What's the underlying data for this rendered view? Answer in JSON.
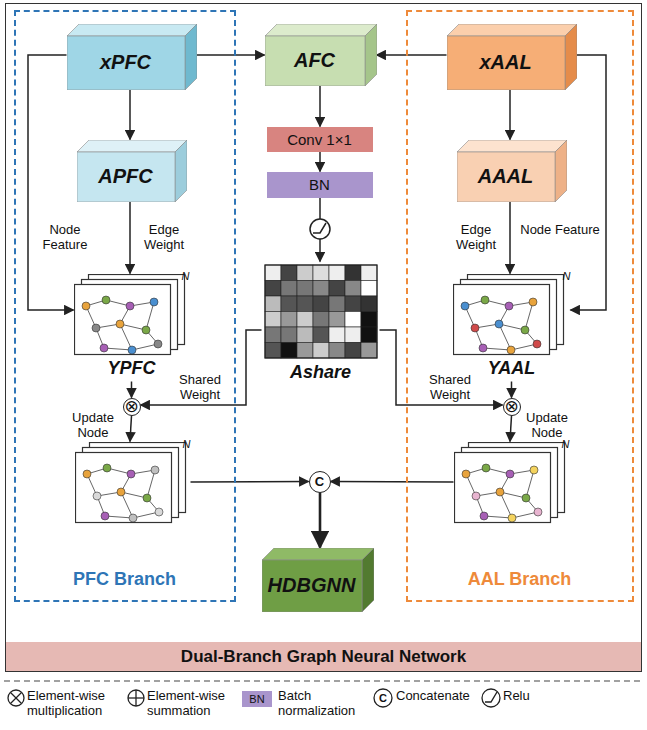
{
  "diagram": {
    "nodes": [
      {
        "text": [
          "Dual-Branch Graph Neural Network"
        ]
      },
      {
        "text": [
          "PFC Branch"
        ],
        "in": 0
      },
      {
        "text": [
          "xPFC"
        ],
        "in": 1
      },
      {
        "text": [
          "APFC"
        ],
        "in": 1
      },
      {
        "text": [
          "N",
          "YPFC"
        ],
        "in": 1
      },
      {
        "text": [
          "⊗"
        ],
        "in": 1
      },
      {
        "text": [
          "N"
        ],
        "in": 1
      },
      {
        "text": [
          "AAL Branch"
        ],
        "in": 0
      },
      {
        "text": [
          "xAAL"
        ],
        "in": 7
      },
      {
        "text": [
          "AAAL"
        ],
        "in": 7
      },
      {
        "text": [
          "N",
          "YAAL"
        ],
        "in": 7
      },
      {
        "text": [
          "⊗"
        ],
        "in": 7
      },
      {
        "text": [
          "N"
        ],
        "in": 7
      },
      {
        "text": [
          "AFC"
        ],
        "in": 0
      },
      {
        "text": [
          "Conv 1×1"
        ],
        "in": 0
      },
      {
        "text": [
          "BN"
        ],
        "in": 0
      },
      {
        "text": [
          "Ashare"
        ],
        "in": 0
      },
      {
        "text": [
          "C"
        ],
        "in": 0
      },
      {
        "text": [
          "HDBGNN"
        ],
        "in": 0
      }
    ],
    "edges": [
      {
        "from": 2,
        "to": 13,
        "arrow": "to"
      },
      {
        "from": 8,
        "to": 13,
        "arrow": "to"
      },
      {
        "from": 2,
        "to": 3,
        "arrow": "to"
      },
      {
        "from": 2,
        "to": 4,
        "label": "Node Feature",
        "arrow": "to"
      },
      {
        "from": 3,
        "to": 4,
        "label": "Edge Weight",
        "arrow": "to"
      },
      {
        "from": 8,
        "to": 9,
        "arrow": "to"
      },
      {
        "from": 8,
        "to": 10,
        "label": "Node Feature",
        "arrow": "to"
      },
      {
        "from": 9,
        "to": 10,
        "label": "Edge Weight",
        "arrow": "to"
      },
      {
        "from": 4,
        "to": 5,
        "arrow": "to"
      },
      {
        "from": 10,
        "to": 11,
        "arrow": "to"
      },
      {
        "from": 16,
        "to": 5,
        "label": "Shared Weight",
        "arrow": "to"
      },
      {
        "from": 16,
        "to": 11,
        "label": "Shared Weight",
        "arrow": "to"
      },
      {
        "from": 5,
        "to": 6,
        "label": "Update Node",
        "arrow": "to"
      },
      {
        "from": 11,
        "to": 12,
        "label": "Update Node",
        "arrow": "to"
      },
      {
        "from": 13,
        "to": 14,
        "arrow": "to"
      },
      {
        "from": 14,
        "to": 15,
        "arrow": "to"
      },
      {
        "from": 15,
        "to": 16,
        "arrow": "to"
      },
      {
        "from": 6,
        "to": 17,
        "arrow": "to"
      },
      {
        "from": 12,
        "to": 17,
        "arrow": "to"
      },
      {
        "from": 17,
        "to": 18,
        "arrow": "to"
      }
    ],
    "labels": [
      "BN",
      "C"
    ],
    "legend": [
      {
        "text": "Element-wise multiplication"
      },
      {
        "text": "Element-wise summation"
      },
      {
        "text": "Batch normalization",
        "color": "#a995cc"
      },
      {
        "text": "Concatenate"
      },
      {
        "text": "Relu"
      }
    ]
  }
}
